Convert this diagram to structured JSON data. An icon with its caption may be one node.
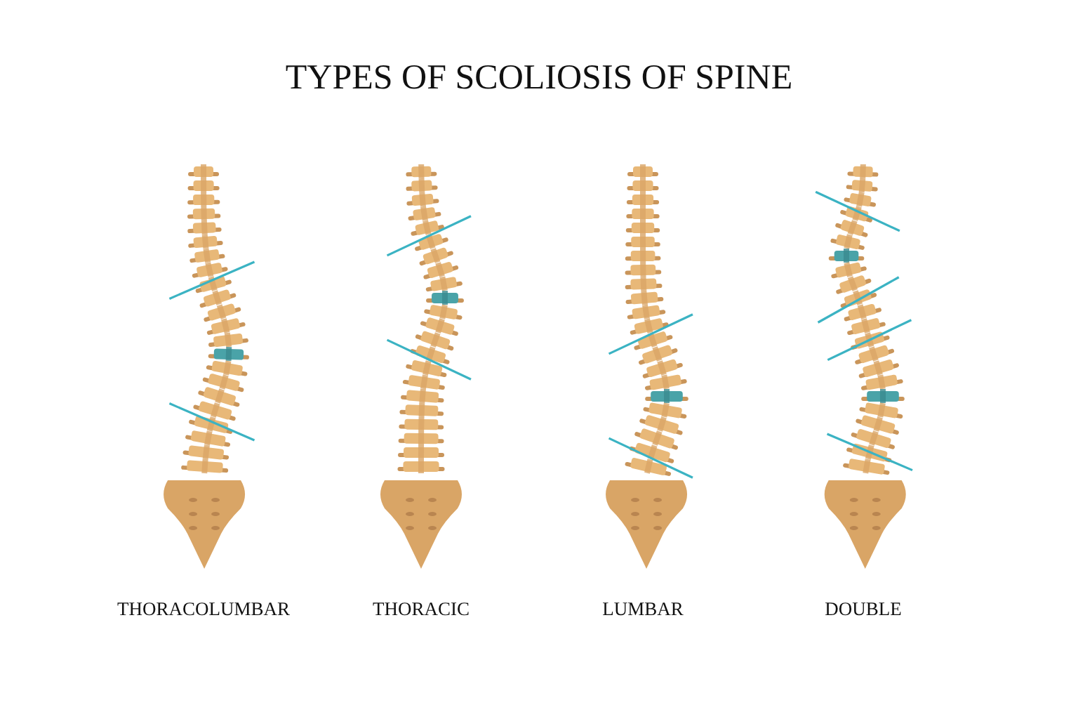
{
  "diagram": {
    "title": "TYPES OF SCOLIOSIS OF SPINE",
    "labels": [
      "THORACOLUMBAR",
      "THORACIC",
      "LUMBAR",
      "DOUBLE"
    ]
  }
}
